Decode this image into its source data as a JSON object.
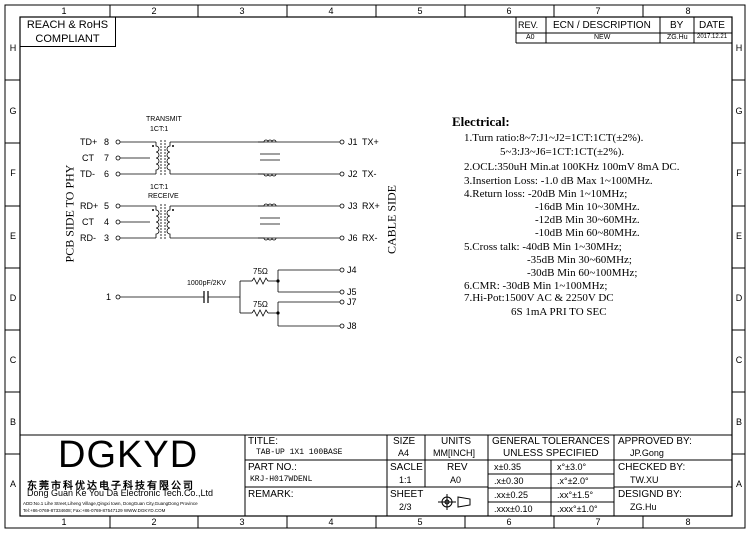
{
  "border": {
    "cols": [
      "1",
      "2",
      "3",
      "4",
      "5",
      "6",
      "7",
      "8"
    ],
    "rows": [
      "H",
      "G",
      "F",
      "E",
      "D",
      "C",
      "B",
      "A"
    ]
  },
  "compliance": {
    "line1": "REACH & RoHS",
    "line2": "COMPLIANT"
  },
  "revision": {
    "headers": {
      "rev": "REV.",
      "ecn": "ECN / DESCRIPTION",
      "by": "BY",
      "date": "DATE"
    },
    "row": {
      "rev": "A0",
      "ecn": "NEW",
      "by": "ZG.Hu",
      "date": "2017.12.21"
    }
  },
  "schematic": {
    "side_left": "PCB SIDE TO PHY",
    "side_right": "CABLE SIDE",
    "transmit": {
      "title": "TRANSMIT",
      "ratio": "1CT:1"
    },
    "receive": {
      "ratio": "1CT:1",
      "title": "RECEIVE"
    },
    "left_pins": [
      {
        "label": "TD+",
        "num": "8"
      },
      {
        "label": "CT",
        "num": "7"
      },
      {
        "label": "TD-",
        "num": "6"
      },
      {
        "label": "RD+",
        "num": "5"
      },
      {
        "label": "CT",
        "num": "4"
      },
      {
        "label": "RD-",
        "num": "3"
      }
    ],
    "right_pins": [
      {
        "jack": "J1",
        "label": "TX+"
      },
      {
        "jack": "J2",
        "label": "TX-"
      },
      {
        "jack": "J3",
        "label": "RX+"
      },
      {
        "jack": "J6",
        "label": "RX-"
      }
    ],
    "bottom_jacks": [
      "J4",
      "J5",
      "J7",
      "J8"
    ],
    "cap_label": "1000pF/2KV",
    "res1": "75Ω",
    "res2": "75Ω",
    "pin1": "1"
  },
  "electrical": {
    "title": "Electrical:",
    "lines": [
      "1.Turn ratio:8~7:J1~J2=1CT:1CT(±2%).",
      "5~3:J3~J6=1CT:1CT(±2%).",
      "2.OCL:350uH Min.at 100KHz 100mV 8mA DC.",
      "3.Insertion Loss: -1.0 dB Max 1~100MHz.",
      "4.Return loss: -20dB Min 1~10MHz;",
      "-16dB Min 10~30MHz.",
      "-12dB Min 30~60MHz.",
      "-10dB Min 60~80MHz.",
      "5.Cross talk: -40dB Min 1~30MHz;",
      "-35dB Min 30~60MHz;",
      "-30dB Min 60~100MHz;",
      "6.CMR: -30dB Min 1~100MHz;",
      "7.Hi-Pot:1500V AC & 2250V DC",
      "6S 1mA PRI TO SEC"
    ]
  },
  "titleblock": {
    "logo": "DGKYD",
    "company_cn": "东莞市科优达电子科技有限公司",
    "company_en": "Dong Guan Ke You Da Electronic Tech.Co.,Ltd",
    "address": "ADD:No.1 Lihe Street,Liheng Village,Qingxi town, DongGuan City,GuangDong Province",
    "contact": "Tel:+86-0769-87334608; Fax:+86-0769-87547129 WWW.DGKYD.COM",
    "title_label": "TITLE:",
    "title_value": "TAB-UP 1X1 100BASE",
    "size_label": "SIZE",
    "size_value": "A4",
    "units_label": "UNITS",
    "units_value": "MM[INCH]",
    "part_label": "PART NO.:",
    "part_value": "KRJ-H017WDENL",
    "scale_label": "SACLE",
    "scale_value": "1:1",
    "rev_label": "REV",
    "rev_value": "A0",
    "remark_label": "REMARK:",
    "sheet_label": "SHEET",
    "sheet_value": "2/3",
    "tol_title1": "GENERAL TOLERANCES",
    "tol_title2": "UNLESS SPECIFIED",
    "tolerances": [
      {
        "a": "x±0.35",
        "b": "x°±3.0°"
      },
      {
        "a": ".x±0.30",
        "b": ".x°±2.0°"
      },
      {
        "a": ".xx±0.25",
        "b": ".xx°±1.5°"
      },
      {
        "a": ".xxx±0.10",
        "b": ".xxx°±1.0°"
      }
    ],
    "approved_label": "APPROVED BY:",
    "approved_value": "JP.Gong",
    "checked_label": "CHECKED BY:",
    "checked_value": "TW.XU",
    "designed_label": "DESIGND BY:",
    "designed_value": "ZG.Hu"
  }
}
